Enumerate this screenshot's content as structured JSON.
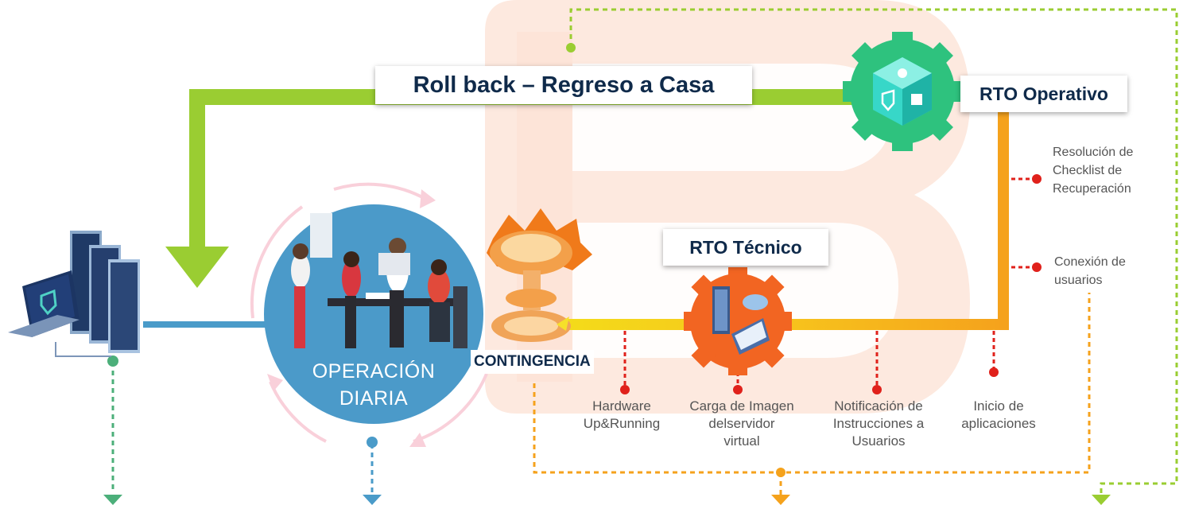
{
  "labels": {
    "rollback": "Roll back – Regreso a Casa",
    "rto_operativo": "RTO Operativo",
    "rto_tecnico": "RTO Técnico",
    "contingencia": "CONTINGENCIA",
    "operacion_line1": "OPERACIÓN",
    "operacion_line2": "DIARIA"
  },
  "steps": [
    {
      "line1": "Hardware",
      "line2": "Up&Running",
      "line3": ""
    },
    {
      "line1": "Carga de Imagen",
      "line2": "delservidor",
      "line3": "virtual"
    },
    {
      "line1": "Notificación de",
      "line2": "Instrucciones a",
      "line3": "Usuarios"
    },
    {
      "line1": "Inicio de",
      "line2": "aplicaciones",
      "line3": ""
    }
  ],
  "side_steps": [
    {
      "line1": "Resolución de",
      "line2": "Checklist de",
      "line3": "Recuperación"
    },
    {
      "line1": "Conexión de",
      "line2": "usuarios",
      "line3": ""
    }
  ],
  "icons": [
    "datacenter-icon",
    "laptop-shield-icon",
    "team-illustration",
    "explosion-icon",
    "gear-security-icon",
    "gear-server-icon",
    "watermark-logo"
  ],
  "colors": {
    "green": "#9acd32",
    "blue": "#4a9bc9",
    "yellow": "#f3d21a",
    "orange": "#f5a21c",
    "red": "#e0211b",
    "watermark": "#fde7dc",
    "navy": "#0f2a4a"
  }
}
